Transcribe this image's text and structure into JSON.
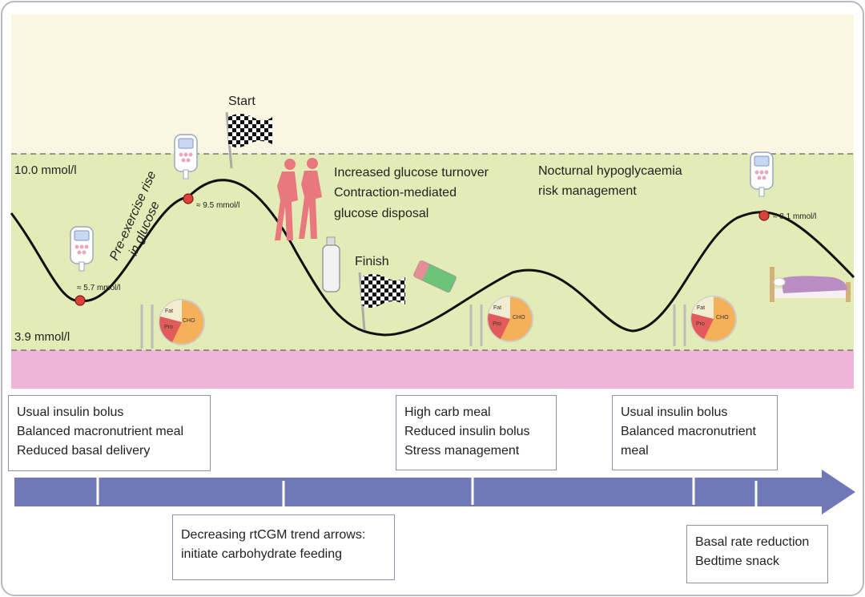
{
  "thresholds": {
    "upper_label": "10.0 mmol/l",
    "lower_label": "3.9 mmol/l"
  },
  "readings": [
    {
      "label": "≈ 5.7 mmol/l"
    },
    {
      "label": "≈ 9.5 mmol/l"
    },
    {
      "label": "≈ 8.1 mmol/l"
    }
  ],
  "annotations": {
    "pre_exercise_line1": "Pre-exercise rise",
    "pre_exercise_line2": "in glucose",
    "start": "Start",
    "finish": "Finish",
    "exercise_effects": [
      "Increased glucose turnover",
      "Contraction-mediated",
      "glucose disposal"
    ],
    "nocturnal": [
      "Nocturnal hypoglycaemia",
      "risk management"
    ]
  },
  "plate_labels": {
    "fat": "Fat",
    "pro": "Pro",
    "cho": "CHO"
  },
  "timeline_boxes": [
    {
      "lines": [
        "Usual insulin bolus",
        "Balanced macronutrient meal",
        "Reduced basal delivery"
      ]
    },
    {
      "lines": [
        "Decreasing rtCGM trend arrows:",
        "initiate carbohydrate feeding"
      ]
    },
    {
      "lines": [
        "High carb meal",
        "Reduced insulin bolus",
        "Stress management"
      ]
    },
    {
      "lines": [
        "Usual insulin bolus",
        "Balanced macronutrient",
        "meal"
      ]
    },
    {
      "lines": [
        "Basal rate reduction",
        "Bedtime snack"
      ]
    }
  ],
  "colors": {
    "high_zone": "#fbf6e1",
    "target_zone": "#e3ebb6",
    "low_zone": "#efb5d8",
    "timeline_arrow": "#7178b8",
    "reading_dot": "#d9433a",
    "runner": "#e8787e",
    "bed_blanket": "#b98cc4"
  }
}
